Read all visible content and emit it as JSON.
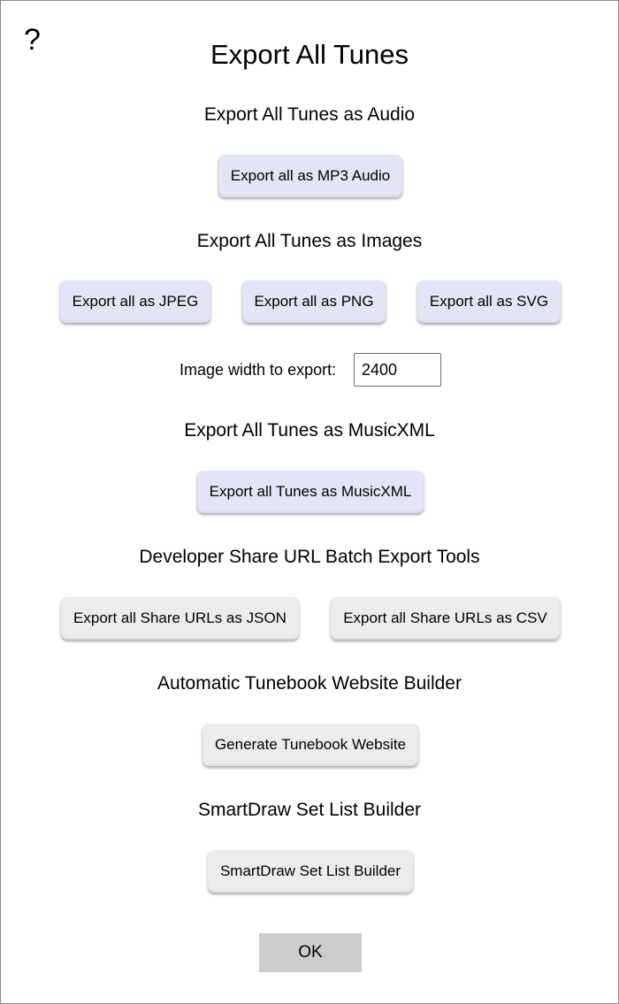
{
  "dialog": {
    "help_label": "?",
    "title": "Export All Tunes",
    "ok_label": "OK"
  },
  "audio": {
    "heading": "Export All Tunes as Audio",
    "mp3_label": "Export all as MP3 Audio"
  },
  "images": {
    "heading": "Export All Tunes as Images",
    "jpeg_label": "Export all as JPEG",
    "png_label": "Export all as PNG",
    "svg_label": "Export all as SVG",
    "width_label": "Image width to export:",
    "width_value": "2400"
  },
  "musicxml": {
    "heading": "Export All Tunes as MusicXML",
    "export_label": "Export all Tunes as MusicXML"
  },
  "share_urls": {
    "heading": "Developer Share URL Batch Export Tools",
    "json_label": "Export all Share URLs as JSON",
    "csv_label": "Export all Share URLs as CSV"
  },
  "website": {
    "heading": "Automatic Tunebook Website Builder",
    "generate_label": "Generate Tunebook Website"
  },
  "setlist": {
    "heading": "SmartDraw Set List Builder",
    "builder_label": "SmartDraw Set List Builder"
  },
  "colors": {
    "primary_button": "#e4e4f7",
    "secondary_button": "#ececec",
    "ok_button": "#cccccc"
  }
}
